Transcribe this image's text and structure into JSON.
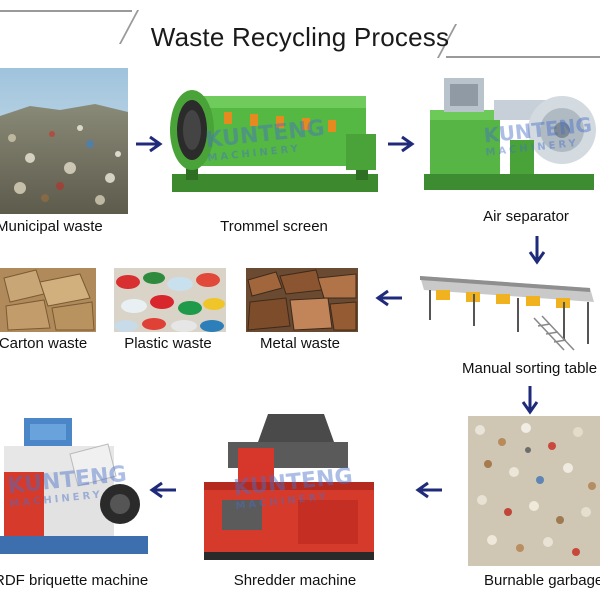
{
  "title": "Waste Recycling Process",
  "watermark": {
    "main": "KUNTENG",
    "sub": "MACHINERY"
  },
  "colors": {
    "arrow": "#1f2a7a",
    "green_machine": "#4caf3a",
    "red_machine": "#d23a2a",
    "frame_line": "#9a9a9a"
  },
  "steps": {
    "municipal": "Municipal waste",
    "trommel": "Trommel screen",
    "air": "Air separator",
    "sorting": "Manual sorting table",
    "carton": "Carton waste",
    "plastic": "Plastic waste",
    "metal": "Metal waste",
    "burnable": "Burnable garbage",
    "shredder": "Shredder machine",
    "rdf": "RDF briquette machine"
  },
  "icons": {
    "arrow_right": "arrow-right-icon",
    "arrow_down": "arrow-down-icon",
    "arrow_left": "arrow-left-icon"
  }
}
